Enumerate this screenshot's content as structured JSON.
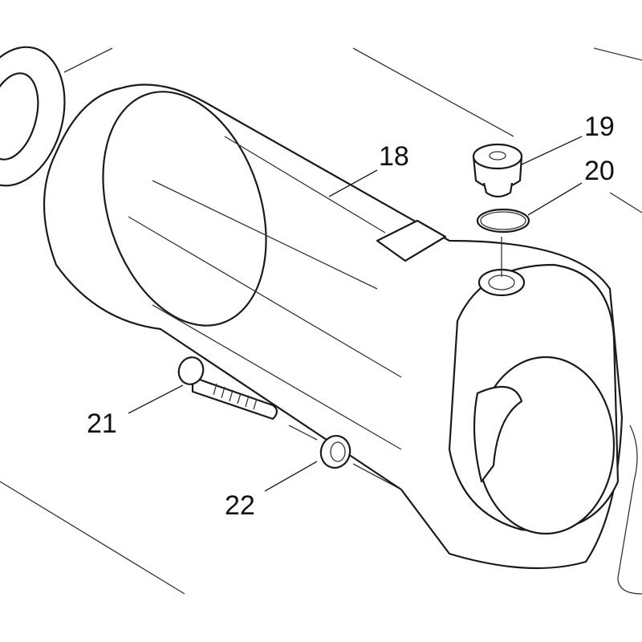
{
  "diagram": {
    "parts": [
      {
        "id": "18",
        "label": "18",
        "name": "housing"
      },
      {
        "id": "19",
        "label": "19",
        "name": "cap"
      },
      {
        "id": "20",
        "label": "20",
        "name": "o-ring"
      },
      {
        "id": "21",
        "label": "21",
        "name": "screw"
      },
      {
        "id": "22",
        "label": "22",
        "name": "washer"
      }
    ]
  }
}
